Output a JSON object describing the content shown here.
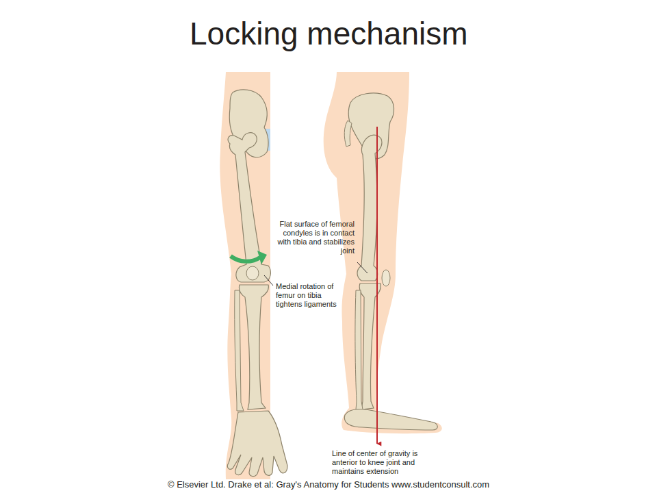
{
  "diagram": {
    "title": "Locking mechanism",
    "labels": [
      "Flat surface of femoral condyles is in contact with tibia and stabilizes joint",
      "Medial rotation of femur on tibia tightens ligaments",
      "Line of center of gravity is anterior to knee joint and maintains extension",
      "© Elsevier Ltd. Drake et al: Gray's Anatomy for Students www.studentconsult.com"
    ]
  }
}
